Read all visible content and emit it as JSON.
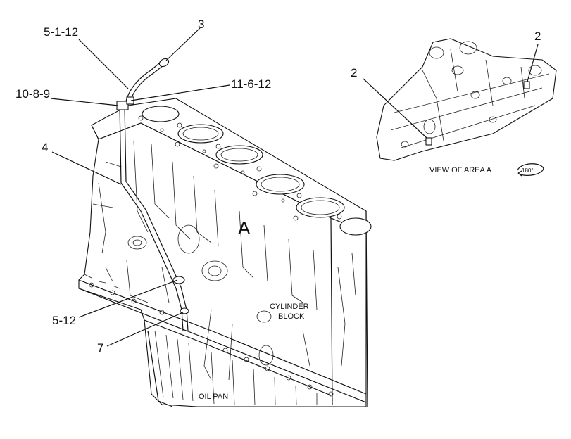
{
  "callouts": {
    "c_5_1_12": "5-1-12",
    "c_3": "3",
    "c_10_8_9": "10-8-9",
    "c_11_6_12": "11-6-12",
    "c_4": "4",
    "c_5_12": "5-12",
    "c_7": "7",
    "c_2_left": "2",
    "c_2_right": "2"
  },
  "labels": {
    "area_a": "A",
    "view_area": "VIEW OF AREA A",
    "rotation": "180°",
    "cylinder": "CYLINDER",
    "block": "BLOCK",
    "oil_pan": "OIL PAN"
  },
  "colors": {
    "line": "#111111",
    "background": "#ffffff"
  }
}
